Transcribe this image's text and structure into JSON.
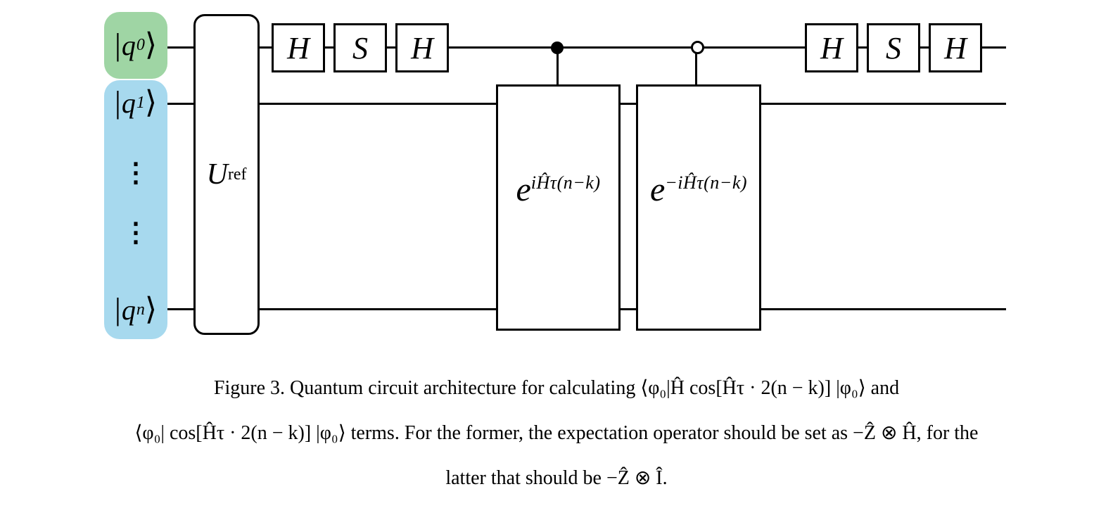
{
  "colors": {
    "q0_highlight": "#9fd5a4",
    "qn_highlight": "#a7d9ee",
    "ink": "#000000"
  },
  "qubits": [
    {
      "pre": "|",
      "sym": "q",
      "sub": "0",
      "post": "⟩"
    },
    {
      "pre": "|",
      "sym": "q",
      "sub": "1",
      "post": "⟩"
    },
    {
      "dots": "⋮"
    },
    {
      "dots": "⋮"
    },
    {
      "pre": "|",
      "sym": "q",
      "sub": "n",
      "post": "⟩"
    }
  ],
  "gates": {
    "u_ref": {
      "base": "U",
      "sub": "ref"
    },
    "h": "H",
    "s": "S",
    "exp_pos": {
      "base": "e",
      "sup": "iĤτ(n−k)"
    },
    "exp_neg": {
      "base": "e",
      "sup": "−iĤτ(n−k)"
    }
  },
  "caption": {
    "line1": "Figure 3. Quantum circuit architecture for calculating  ⟨φ₀|Ĥ cos[Ĥτ · 2(n − k)] |φ₀⟩  and",
    "line2": "⟨φ₀| cos[Ĥτ · 2(n − k)] |φ₀⟩  terms. For the former, the expectation operator should be set as  −Ẑ ⊗ Ĥ, for the",
    "line3": "latter that should be  −Ẑ ⊗ Î."
  }
}
